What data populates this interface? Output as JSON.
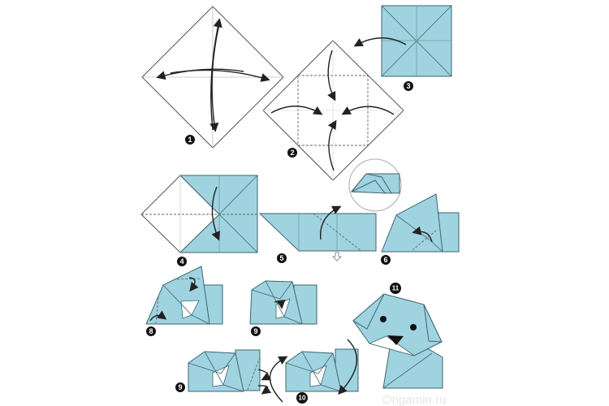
{
  "diagram": {
    "step_labels": [
      "1",
      "2",
      "3",
      "4",
      "5",
      "6",
      "8",
      "9",
      "9",
      "10",
      "11"
    ],
    "watermark": "Origamin.ru",
    "colors": {
      "paper_blue": "#9fd3df",
      "outline": "#3d6670",
      "label": "#111111"
    }
  }
}
